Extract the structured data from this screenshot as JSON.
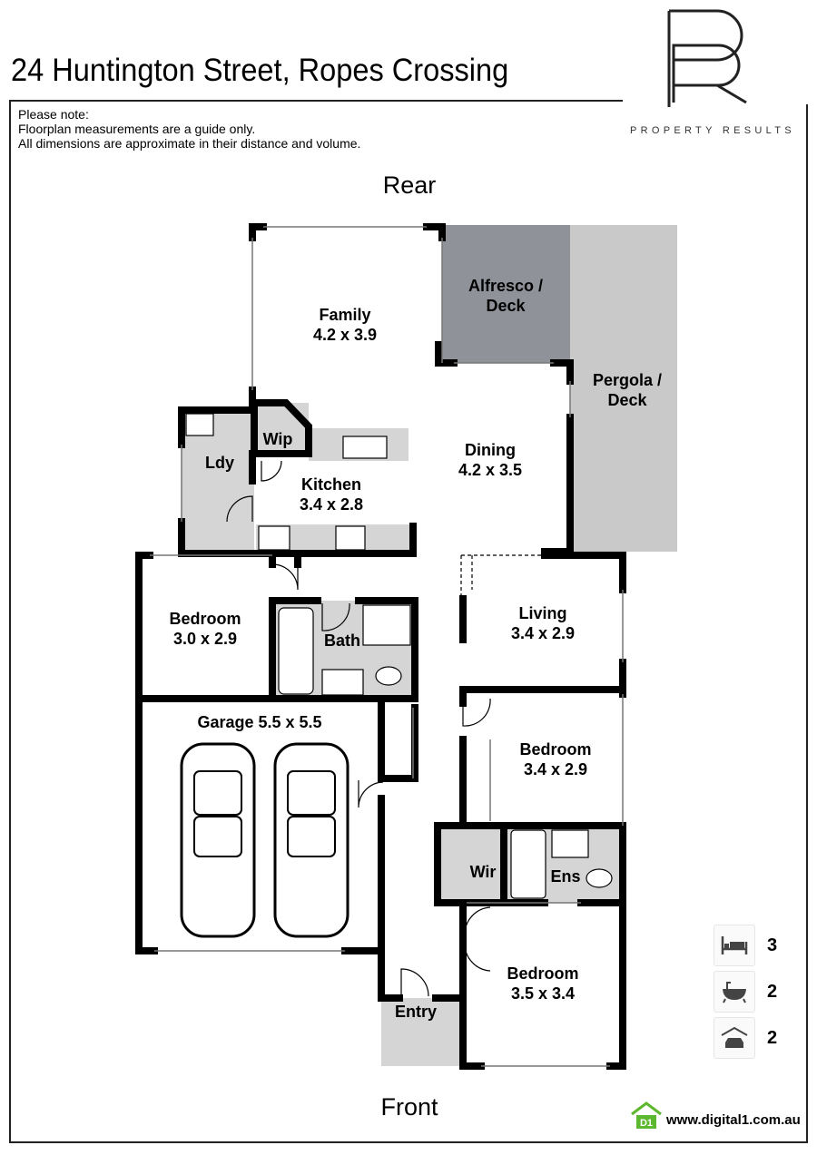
{
  "header": {
    "title": "24 Huntington Street, Ropes Crossing"
  },
  "brand": {
    "name": "PROPERTY RESULTS"
  },
  "notes": [
    "Please note:",
    "Floorplan measurements are a guide only.",
    "All dimensions are approximate in their distance and volume."
  ],
  "orientation": {
    "top": "Rear",
    "bottom": "Front"
  },
  "rooms": {
    "family": [
      "Family",
      "4.2 x 3.9"
    ],
    "alfresco": [
      "Alfresco /",
      "Deck"
    ],
    "pergola": [
      "Pergola /",
      "Deck"
    ],
    "dining": [
      "Dining",
      "4.2 x 3.5"
    ],
    "kitchen": [
      "Kitchen",
      "3.4 x 2.8"
    ],
    "wip": "Wip",
    "ldy": "Ldy",
    "bedroom1": [
      "Bedroom",
      "3.0 x 2.9"
    ],
    "bath": "Bath",
    "living": [
      "Living",
      "3.4 x 2.9"
    ],
    "bedroom2": [
      "Bedroom",
      "3.4 x 2.9"
    ],
    "garage": "Garage 5.5 x 5.5",
    "wir": "Wir",
    "ens": "Ens",
    "bedroom3": [
      "Bedroom",
      "3.5 x 3.4"
    ],
    "entry": "Entry"
  },
  "amenities": [
    {
      "icon": "bed-icon",
      "count": "3"
    },
    {
      "icon": "bath-icon",
      "count": "2"
    },
    {
      "icon": "garage-icon",
      "count": "2"
    }
  ],
  "footer": {
    "badge": "D1",
    "website": "www.digital1.com.au",
    "accent": "#5cb82e"
  }
}
